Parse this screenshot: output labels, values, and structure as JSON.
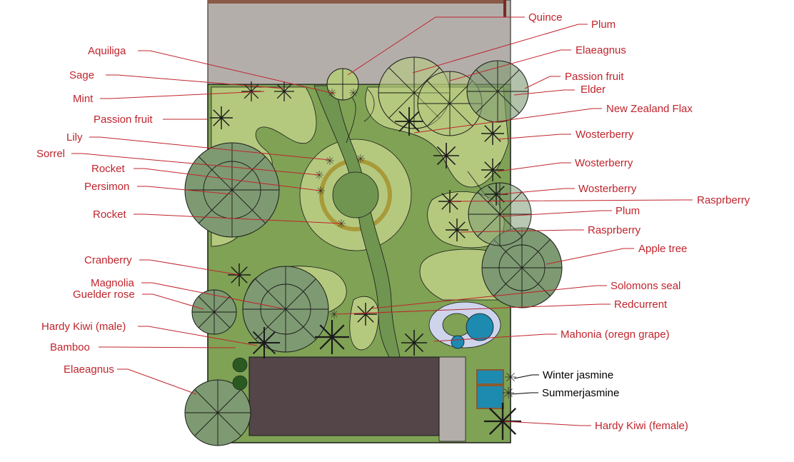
{
  "plant_labels": {
    "quince": "Quince",
    "plum_top": "Plum",
    "aquiliga": "Aquiliga",
    "elaeagnus_top": "Elaeagnus",
    "sage": "Sage",
    "passion_fruit_right": "Passion fruit",
    "mint": "Mint",
    "elder": "Elder",
    "passion_fruit_left": "Passion fruit",
    "new_zealand_flax": "New Zealand Flax",
    "lily": "Lily",
    "wosterberry_1": "Wosterberry",
    "sorrel": "Sorrel",
    "wosterberry_2": "Wosterberry",
    "rocket_1": "Rocket",
    "persimon": "Persimon",
    "wosterberry_3": "Wosterberry",
    "rasprberry_1": "Rasprberry",
    "plum_right": "Plum",
    "rocket_2": "Rocket",
    "rasprberry_2": "Rasprberry",
    "apple_tree": "Apple tree",
    "cranberry": "Cranberry",
    "magnolia": "Magnolia",
    "guelder_rose": "Guelder rose",
    "solomons_seal": "Solomons seal",
    "redcurrent": "Redcurrent",
    "hardy_kiwi_male": "Hardy Kiwi (male)",
    "mahonia": "Mahonia (oregn grape)",
    "bamboo": "Bamboo",
    "elaeagnus_bottom": "Elaeagnus",
    "winter_jasmine": "Winter jasmine",
    "summer_jasmine": "Summerjasmine",
    "hardy_kiwi_female": "Hardy Kiwi (female)"
  },
  "colors": {
    "label_red": "#c0242c",
    "lawn_dark": "#7fa255",
    "lawn_light": "#b5c97e",
    "path": "#6f9550",
    "patio": "#b4aeab",
    "building": "#534548",
    "tree_canopy": "#7e9a72",
    "pond": "#1d8ab0",
    "circle_ring": "#a89a3a"
  }
}
